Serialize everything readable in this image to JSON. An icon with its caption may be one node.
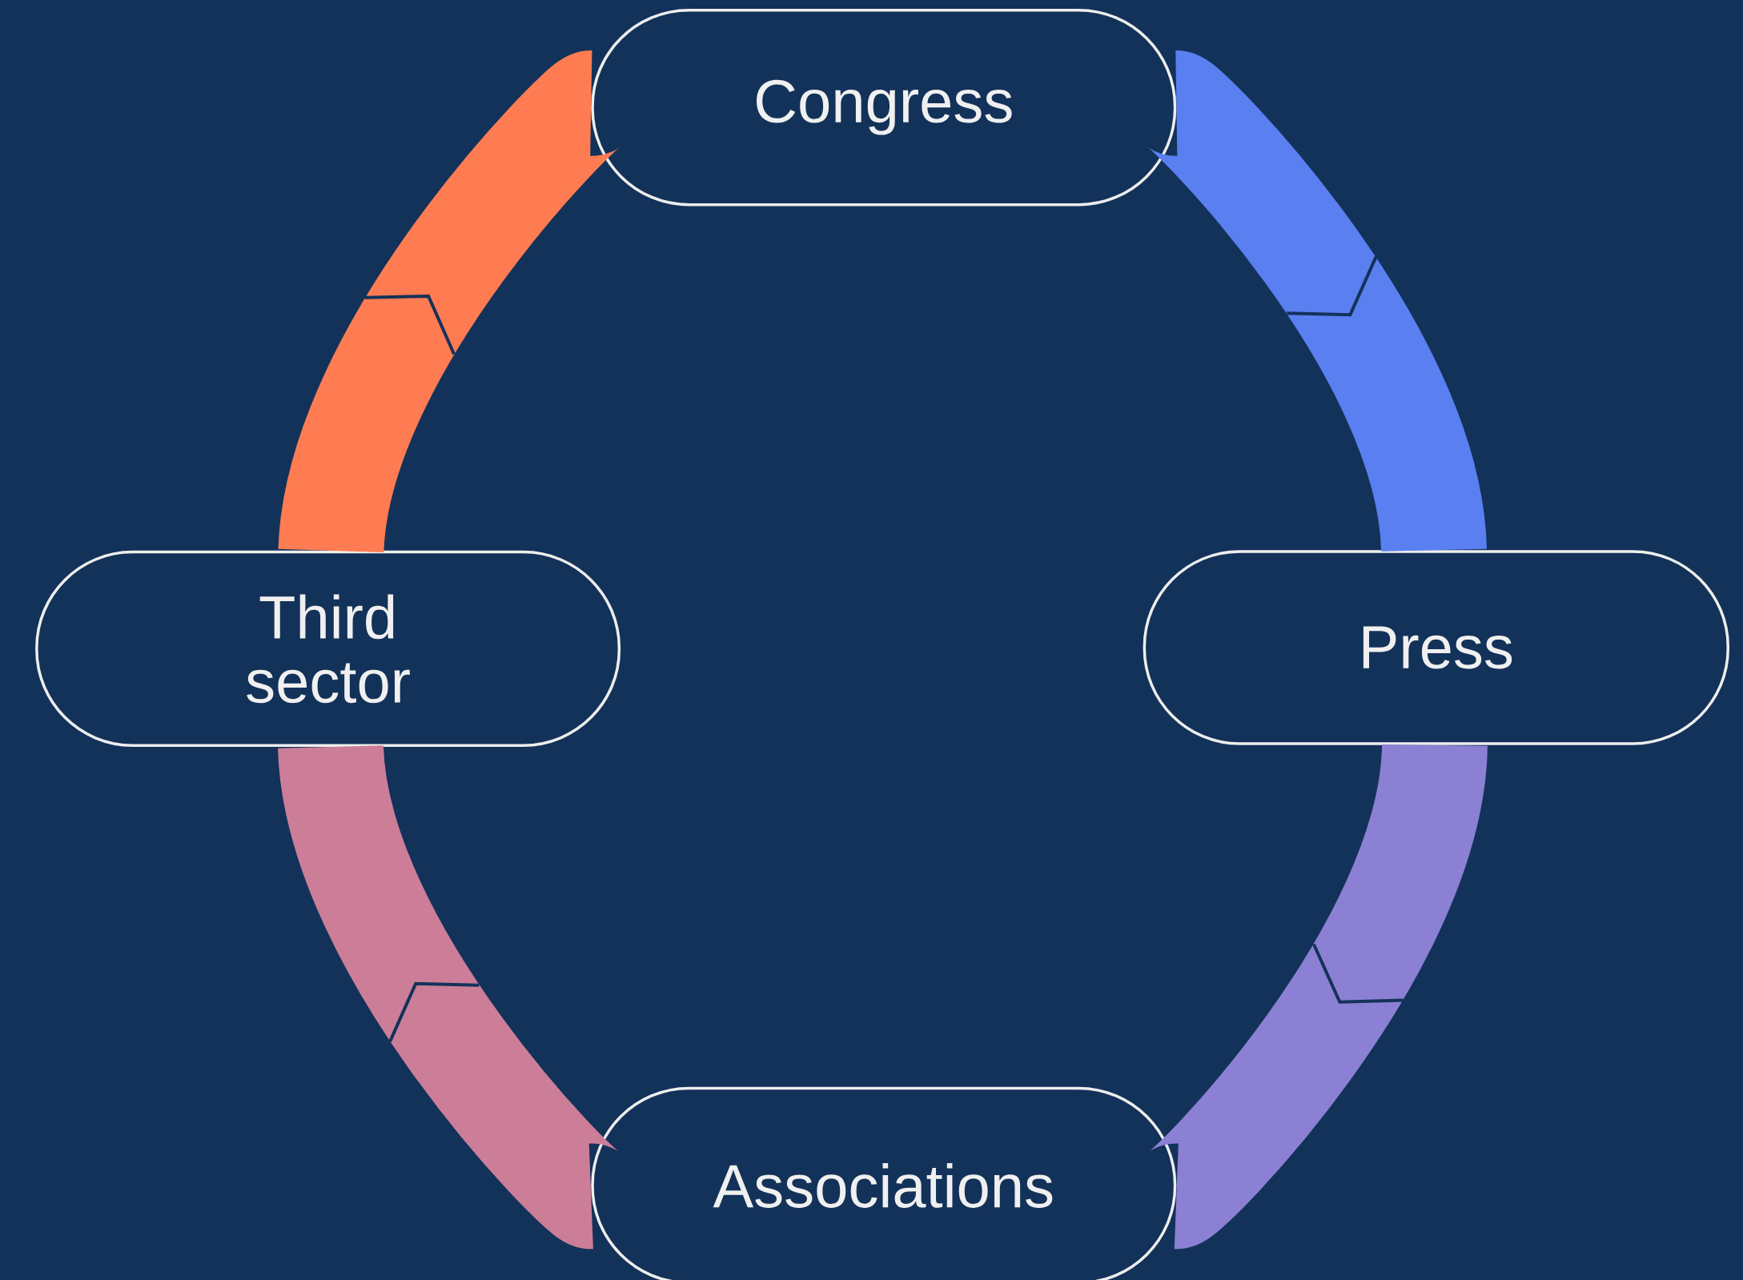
{
  "diagram": {
    "nodes": [
      {
        "text": [
          "Congress"
        ]
      },
      {
        "text": [
          "Press"
        ]
      },
      {
        "text": [
          "Associations"
        ]
      },
      {
        "text": [
          "Third sector"
        ]
      }
    ],
    "edges": [
      {
        "from": 0,
        "to": 1,
        "arrow": "to",
        "color": "#5a7ff0"
      },
      {
        "from": 1,
        "to": 2,
        "arrow": "to",
        "color": "#8b80d4"
      },
      {
        "from": 2,
        "to": 3,
        "arrow": "to",
        "color": "#cc7e98"
      },
      {
        "from": 3,
        "to": 0,
        "arrow": "to",
        "color": "#ff7c52"
      }
    ]
  }
}
